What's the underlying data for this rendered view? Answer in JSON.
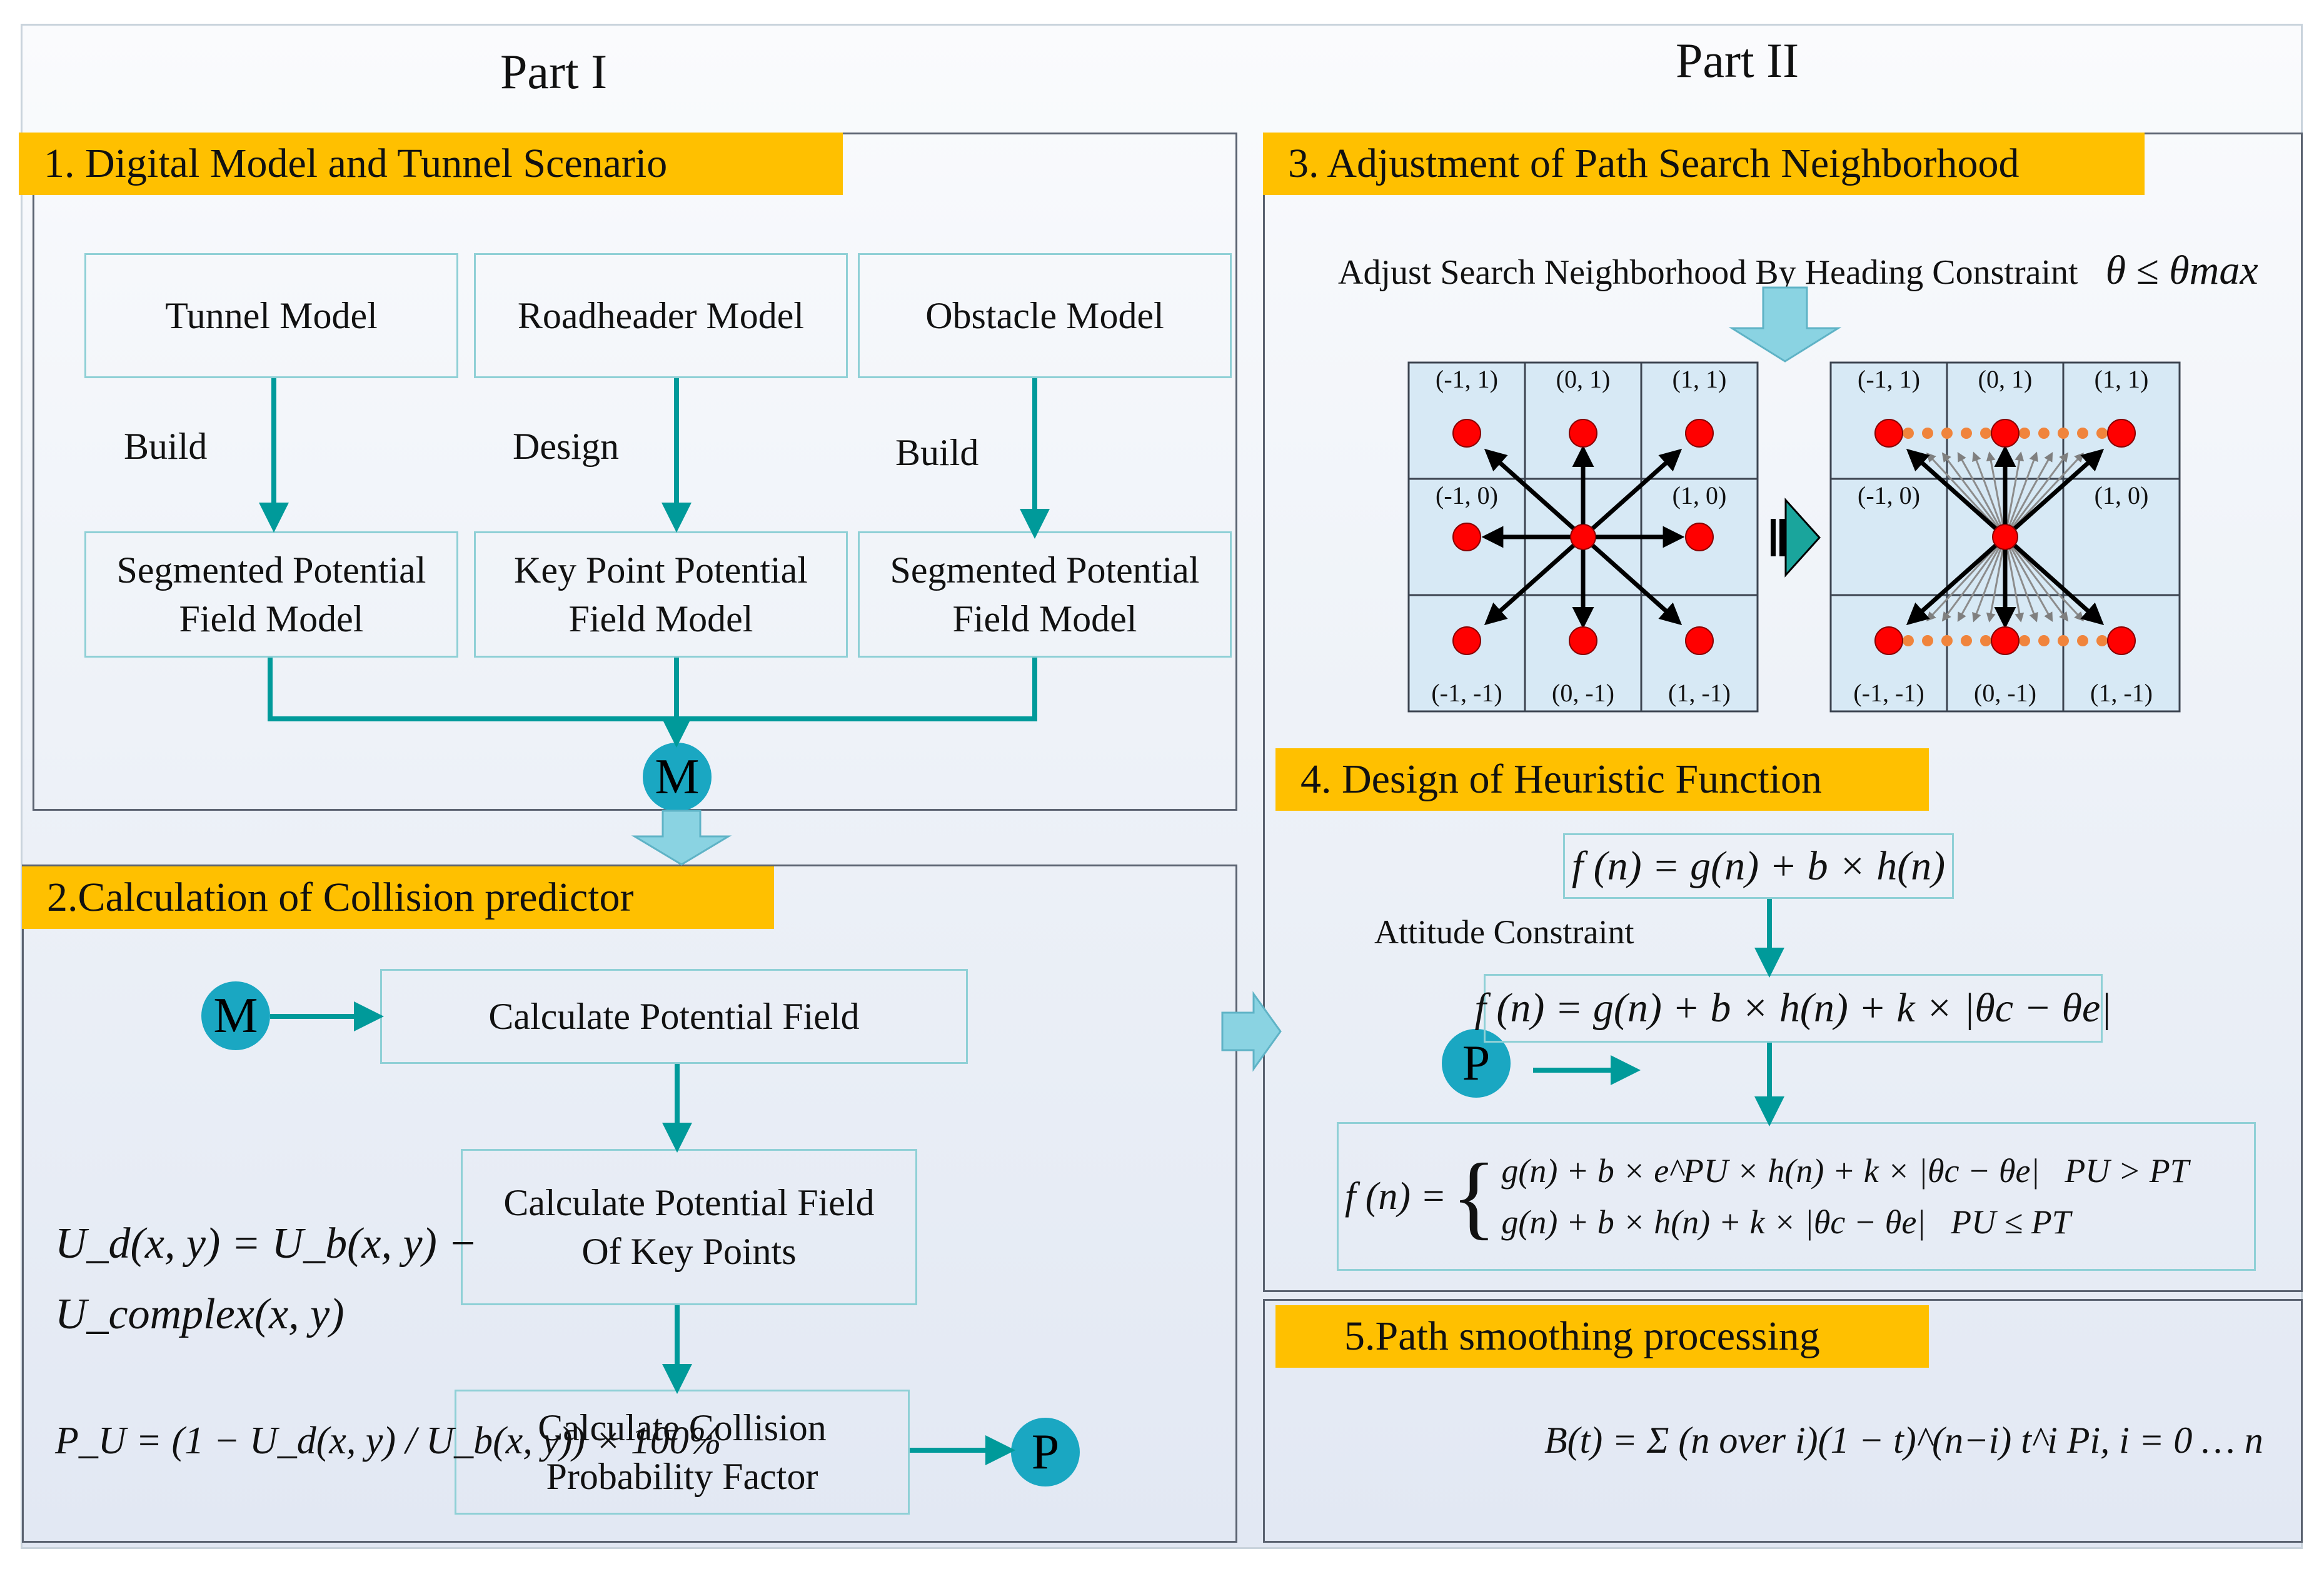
{
  "parts": {
    "part1": "Part I",
    "part2": "Part II"
  },
  "sections": {
    "s1": "1. Digital Model and Tunnel Scenario",
    "s2": "2.Calculation of Collision predictor",
    "s3": "3. Adjustment of Path Search Neighborhood",
    "s4": "4. Design of Heuristic Function",
    "s5": "5.Path smoothing processing"
  },
  "models": {
    "tunnel": "Tunnel  Model",
    "roadheader": "Roadheader Model",
    "obstacle": "Obstacle Model",
    "seg1": "Segmented Potential\nField Model",
    "keypoint": "Key Point Potential\nField Model",
    "seg2": "Segmented Potential\nField Model",
    "build1": "Build",
    "design": "Design",
    "build2": "Build"
  },
  "nodes": {
    "m": "M",
    "p": "P"
  },
  "calc": {
    "potential": "Calculate Potential Field",
    "keypoints": "Calculate Potential Field\nOf  Key Points",
    "collision": "Calculate Collision\nProbability Factor"
  },
  "equations": {
    "ud1": "U_d(x, y) = U_b(x, y) −",
    "ud2": "U_complex(x, y)",
    "pu": "P_U = (1 − U_d(x, y) / U_b(x, y)) × 100%",
    "h1": "f (n) = g(n) + b × h(n)",
    "h2": "f (n) = g(n) + b × h(n) + k × |θc − θe|",
    "h3_lhs": "f (n) =",
    "h3_a": "g(n) + b × e^PU × h(n) + k × |θc − θe|",
    "h3_a_cond": "PU > PT",
    "h3_b": "g(n) + b × h(n) + k × |θc − θe|",
    "h3_b_cond": "PU ≤ PT",
    "bezier": "B(t) = Σ (n over i)(1 − t)^(n−i) t^i Pi, i = 0 … n"
  },
  "neighborhood": {
    "caption": "Adjust Search Neighborhood By Heading Constraint",
    "constraint": "θ ≤ θmax",
    "attitude": "Attitude Constraint",
    "grid_labels": [
      "(-1, 1)",
      "(0, 1)",
      "(1, 1)",
      "(-1, 0)",
      "",
      "(1, 0)",
      "(-1, -1)",
      "(0, -1)",
      "(1, -1)"
    ]
  },
  "colors": {
    "band": "#ffc000",
    "teal": "#009a9a",
    "node": "#1aa7c2",
    "box_border": "#8fd0d6",
    "cell": "#d7e9f5",
    "dot": "#ff0000",
    "light_arrow": "#8ad3e2"
  }
}
